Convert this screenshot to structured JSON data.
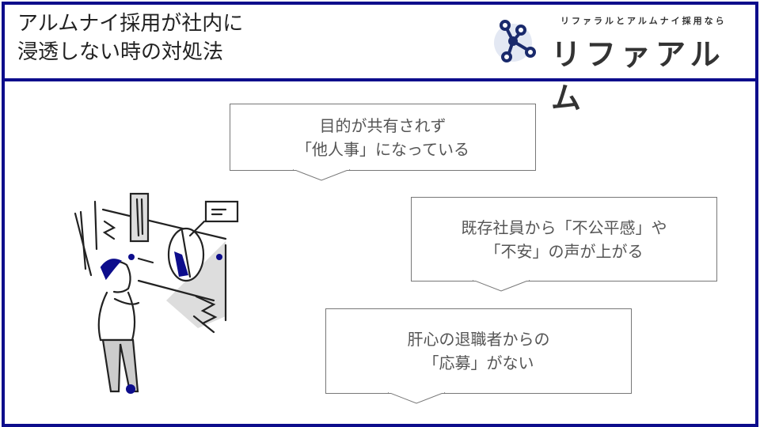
{
  "header": {
    "title_line1": "アルムナイ採用が社内に",
    "title_line2": "浸透しない時の対処法"
  },
  "logo": {
    "tagline": "リファラルとアルムナイ採用なら",
    "name": "リファアルム",
    "brand_color": "#1a2a6c"
  },
  "bubbles": [
    {
      "line1": "目的が共有されず",
      "line2": "「他人事」になっている"
    },
    {
      "line1": "既存社員から「不公平感」や",
      "line2": "「不安」の声が上がる"
    },
    {
      "line1": "肝心の退職者からの",
      "line2": "「応募」がない"
    }
  ],
  "colors": {
    "frame": "#0d0d8c",
    "accent": "#0d0d8c"
  }
}
